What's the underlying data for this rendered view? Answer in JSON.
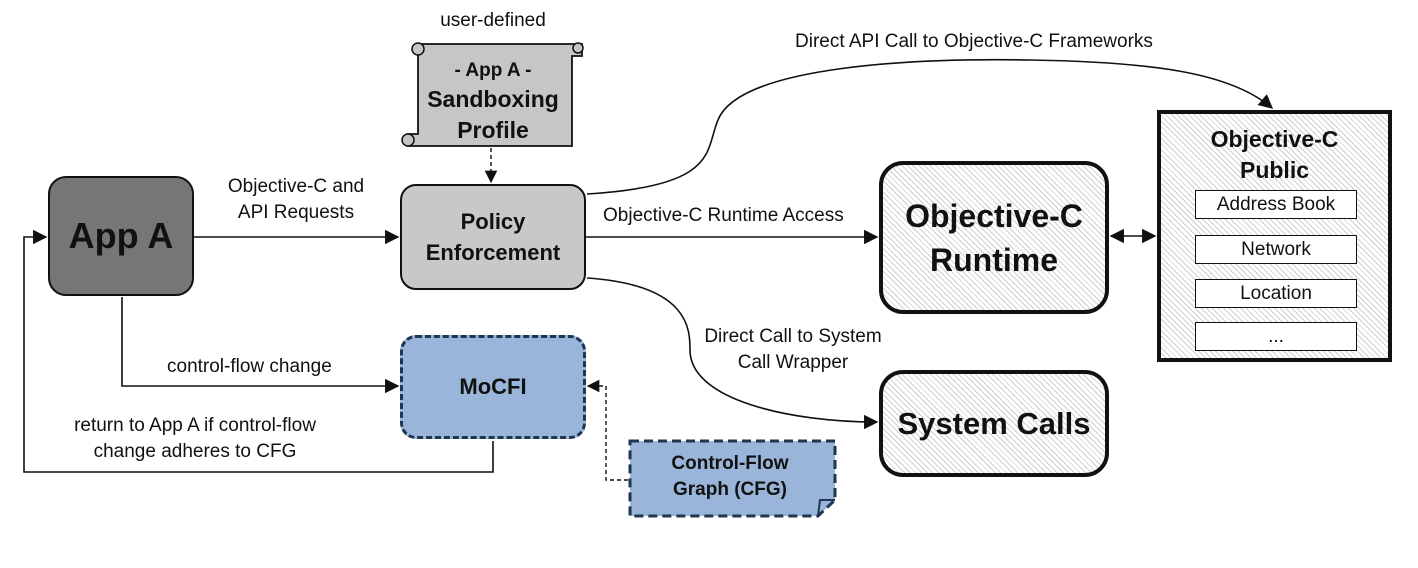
{
  "nodes": {
    "app_a": "App A",
    "policy": [
      "Policy",
      "Enforcement"
    ],
    "runtime": [
      "Objective-C",
      "Runtime"
    ],
    "system_calls": "System Calls",
    "mocfi": "MoCFI",
    "profile": {
      "caption": "user-defined",
      "subtitle": "- App A -",
      "title": [
        "Sandboxing",
        "Profile"
      ]
    },
    "cfg": [
      "Control-Flow",
      "Graph (CFG)"
    ],
    "public_frameworks": {
      "title": [
        "Objective-C",
        "Public"
      ],
      "items": [
        "Address Book",
        "Network",
        "Location",
        "..."
      ]
    }
  },
  "edges": {
    "requests": [
      "Objective-C and",
      "API Requests"
    ],
    "runtime_access": "Objective-C Runtime Access",
    "direct_api": "Direct API Call to Objective-C Frameworks",
    "direct_syscall": [
      "Direct Call to System",
      "Call Wrapper"
    ],
    "cf_change": "control-flow change",
    "return_note": [
      "return to App A if control-flow",
      "change adheres to CFG"
    ]
  },
  "colors": {
    "app_a_fill": "#767676",
    "policy_fill": "#c8c8c8",
    "mocfi_fill": "#99b5d9",
    "cfg_fill": "#99b5d9",
    "scroll_fill": "#c6c6c6",
    "hatch": "#cfcfcf",
    "stroke": "#111111",
    "dashed_stroke": "#1f3550"
  }
}
